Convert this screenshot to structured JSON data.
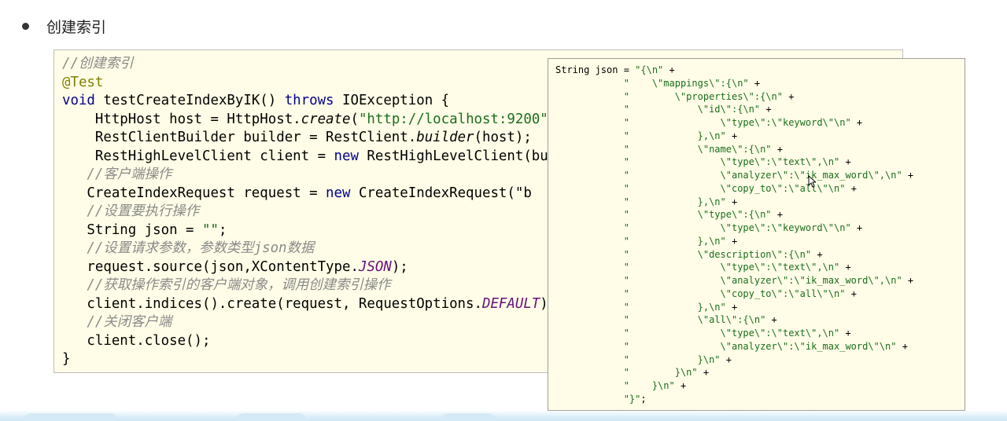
{
  "heading": {
    "bullet": "●",
    "title": "创建索引"
  },
  "code": {
    "lines": [
      [
        {
          "t": "//创建索引",
          "c": "comment"
        }
      ],
      [
        {
          "t": "@Test",
          "c": "annot"
        }
      ],
      [
        {
          "t": "void ",
          "c": "kw"
        },
        {
          "t": "testCreateIndexByIK() ",
          "c": "plain"
        },
        {
          "t": "throws ",
          "c": "kw"
        },
        {
          "t": "IOException {",
          "c": "plain"
        }
      ],
      [
        {
          "t": "    HttpHost host = HttpHost.",
          "c": "plain"
        },
        {
          "t": "create",
          "c": "it"
        },
        {
          "t": "(",
          "c": "plain"
        },
        {
          "t": "\"http://localhost:9200\"",
          "c": "str"
        },
        {
          "t": ");",
          "c": "plain"
        }
      ],
      [
        {
          "t": "    RestClientBuilder builder = RestClient.",
          "c": "plain"
        },
        {
          "t": "builder",
          "c": "it"
        },
        {
          "t": "(host);",
          "c": "plain"
        }
      ],
      [
        {
          "t": "    RestHighLevelClient client = ",
          "c": "plain"
        },
        {
          "t": "new ",
          "c": "kw"
        },
        {
          "t": "RestHighLevelClient(builder);",
          "c": "plain"
        }
      ],
      [
        {
          "t": "   //客户端操作",
          "c": "comment"
        }
      ],
      [
        {
          "t": "   CreateIndexRequest request = ",
          "c": "plain"
        },
        {
          "t": "new ",
          "c": "kw"
        },
        {
          "t": "CreateIndexRequest(\"b",
          "c": "plain"
        }
      ],
      [
        {
          "t": "   //设置要执行操作",
          "c": "comment"
        }
      ],
      [
        {
          "t": "   String json = ",
          "c": "plain"
        },
        {
          "t": "\"\"",
          "c": "str"
        },
        {
          "t": ";",
          "c": "plain"
        }
      ],
      [
        {
          "t": "   //设置请求参数，参数类型json数据",
          "c": "comment"
        }
      ],
      [
        {
          "t": "   request.source(json,XContentType.",
          "c": "plain"
        },
        {
          "t": "JSON",
          "c": "const"
        },
        {
          "t": ");",
          "c": "plain"
        }
      ],
      [
        {
          "t": "   //获取操作索引的客户端对象，调用创建索引操作",
          "c": "comment"
        }
      ],
      [
        {
          "t": "   client.indices().create(request, RequestOptions.",
          "c": "plain"
        },
        {
          "t": "DEFAULT",
          "c": "const"
        },
        {
          "t": ");",
          "c": "plain"
        }
      ],
      [
        {
          "t": "   //关闭客户端",
          "c": "comment"
        }
      ],
      [
        {
          "t": "   client.close();",
          "c": "plain"
        }
      ],
      [
        {
          "t": "}",
          "c": "plain"
        }
      ]
    ]
  },
  "json_snippet": {
    "lines": [
      [
        {
          "t": "String json = ",
          "c": "kw"
        },
        {
          "t": "\"{\\n\"",
          "c": "str"
        },
        {
          "t": " +",
          "c": "plain"
        }
      ],
      [
        {
          "t": "            \"    \\\"mappings\\\":{\\n\"",
          "c": "str"
        },
        {
          "t": " +",
          "c": "plain"
        }
      ],
      [
        {
          "t": "            \"        \\\"properties\\\":{\\n\"",
          "c": "str"
        },
        {
          "t": " +",
          "c": "plain"
        }
      ],
      [
        {
          "t": "            \"            \\\"id\\\":{\\n\"",
          "c": "str"
        },
        {
          "t": " +",
          "c": "plain"
        }
      ],
      [
        {
          "t": "            \"                \\\"type\\\":\\\"keyword\\\"\\n\"",
          "c": "str"
        },
        {
          "t": " +",
          "c": "plain"
        }
      ],
      [
        {
          "t": "            \"            },\\n\"",
          "c": "str"
        },
        {
          "t": " +",
          "c": "plain"
        }
      ],
      [
        {
          "t": "            \"            \\\"name\\\":{\\n\"",
          "c": "str"
        },
        {
          "t": " +",
          "c": "plain"
        }
      ],
      [
        {
          "t": "            \"                \\\"type\\\":\\\"text\\\",\\n\"",
          "c": "str"
        },
        {
          "t": " +",
          "c": "plain"
        }
      ],
      [
        {
          "t": "            \"                \\\"analyzer\\\":\\\"ik_max_word\\\",\\n\"",
          "c": "str"
        },
        {
          "t": " +",
          "c": "plain"
        }
      ],
      [
        {
          "t": "            \"                \\\"copy_to\\\":\\\"all\\\"\\n\"",
          "c": "str"
        },
        {
          "t": " +",
          "c": "plain"
        }
      ],
      [
        {
          "t": "            \"            },\\n\"",
          "c": "str"
        },
        {
          "t": " +",
          "c": "plain"
        }
      ],
      [
        {
          "t": "            \"            \\\"type\\\":{\\n\"",
          "c": "str"
        },
        {
          "t": " +",
          "c": "plain"
        }
      ],
      [
        {
          "t": "            \"                \\\"type\\\":\\\"keyword\\\"\\n\"",
          "c": "str"
        },
        {
          "t": " +",
          "c": "plain"
        }
      ],
      [
        {
          "t": "            \"            },\\n\"",
          "c": "str"
        },
        {
          "t": " +",
          "c": "plain"
        }
      ],
      [
        {
          "t": "            \"            \\\"description\\\":{\\n\"",
          "c": "str"
        },
        {
          "t": " +",
          "c": "plain"
        }
      ],
      [
        {
          "t": "            \"                \\\"type\\\":\\\"text\\\",\\n\"",
          "c": "str"
        },
        {
          "t": " +",
          "c": "plain"
        }
      ],
      [
        {
          "t": "            \"                \\\"analyzer\\\":\\\"ik_max_word\\\",\\n\"",
          "c": "str"
        },
        {
          "t": " +",
          "c": "plain"
        }
      ],
      [
        {
          "t": "            \"                \\\"copy_to\\\":\\\"all\\\"\\n\"",
          "c": "str"
        },
        {
          "t": " +",
          "c": "plain"
        }
      ],
      [
        {
          "t": "            \"            },\\n\"",
          "c": "str"
        },
        {
          "t": " +",
          "c": "plain"
        }
      ],
      [
        {
          "t": "            \"            \\\"all\\\":{\\n\"",
          "c": "str"
        },
        {
          "t": " +",
          "c": "plain"
        }
      ],
      [
        {
          "t": "            \"                \\\"type\\\":\\\"text\\\",\\n\"",
          "c": "str"
        },
        {
          "t": " +",
          "c": "plain"
        }
      ],
      [
        {
          "t": "            \"                \\\"analyzer\\\":\\\"ik_max_word\\\"\\n\"",
          "c": "str"
        },
        {
          "t": " +",
          "c": "plain"
        }
      ],
      [
        {
          "t": "            \"            }\\n\"",
          "c": "str"
        },
        {
          "t": " +",
          "c": "plain"
        }
      ],
      [
        {
          "t": "            \"        }\\n\"",
          "c": "str"
        },
        {
          "t": " +",
          "c": "plain"
        }
      ],
      [
        {
          "t": "            \"    }\\n\"",
          "c": "str"
        },
        {
          "t": " +",
          "c": "plain"
        }
      ],
      [
        {
          "t": "            \"}\"",
          "c": "str"
        },
        {
          "t": ";",
          "c": "plain"
        }
      ]
    ]
  },
  "cursor": {
    "icon": "text-cursor-icon"
  }
}
